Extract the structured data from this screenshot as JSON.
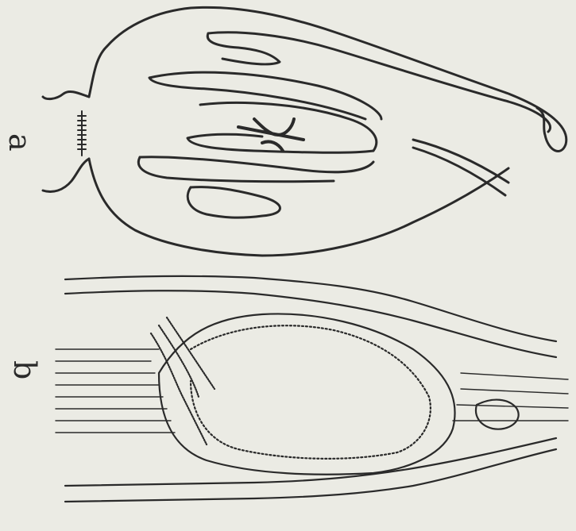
{
  "figure": {
    "panels": [
      {
        "label": "a",
        "subject": "outline-drawing"
      },
      {
        "label": "b",
        "subject": "cellular-section-drawing"
      }
    ],
    "colors": {
      "paper": "#ebebe4",
      "ink": "#2a2a2a"
    }
  }
}
